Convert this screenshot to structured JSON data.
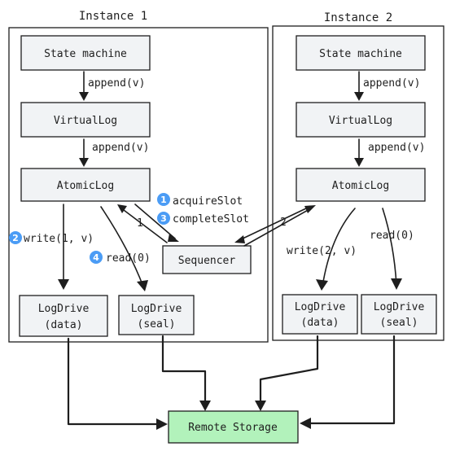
{
  "instances": [
    {
      "title": "Instance 1",
      "state_machine": "State machine",
      "append_1": "append(v)",
      "virtual_log": "VirtualLog",
      "append_2": "append(v)",
      "atomic_log": "AtomicLog",
      "write_label": "write(1, v)",
      "read_label": "read(0)",
      "logdrive_data": [
        "LogDrive",
        "(data)"
      ],
      "logdrive_seal": [
        "LogDrive",
        "(seal)"
      ]
    },
    {
      "title": "Instance 2",
      "state_machine": "State machine",
      "append_1": "append(v)",
      "virtual_log": "VirtualLog",
      "append_2": "append(v)",
      "atomic_log": "AtomicLog",
      "write_label": "write(2, v)",
      "read_label": "read(0)",
      "logdrive_data": [
        "LogDrive",
        "(data)"
      ],
      "logdrive_seal": [
        "LogDrive",
        "(seal)"
      ]
    }
  ],
  "sequencer": {
    "label": "Sequencer",
    "acquire_slot": "acquireSlot",
    "complete_slot": "completeSlot",
    "edge_1": "1",
    "edge_2": "2"
  },
  "badges": [
    "1",
    "3",
    "2",
    "4"
  ],
  "remote_storage": "Remote Storage",
  "colors": {
    "badge": "#4b9cf5",
    "box_fill": "#f1f3f5",
    "remote_fill": "#b2f2bb",
    "stroke": "#1e1e1e"
  }
}
